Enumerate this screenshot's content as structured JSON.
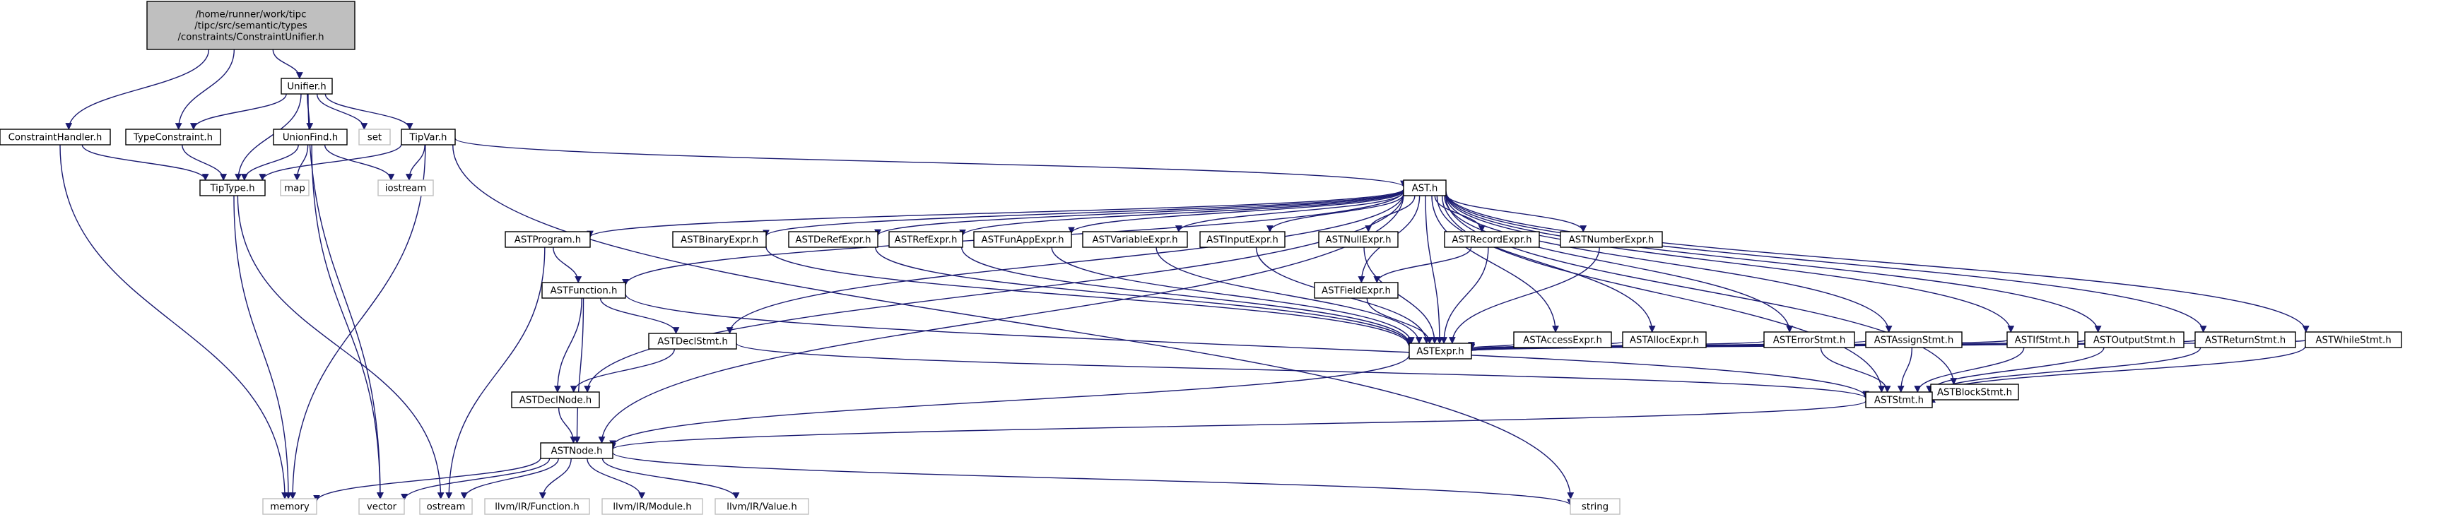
{
  "root": {
    "id": "root",
    "lines": [
      "/home/runner/work/tipc",
      "/tipc/src/semantic/types",
      "/constraints/ConstraintUnifier.h"
    ]
  },
  "nodes": [
    {
      "id": "unifier",
      "label": "Unifier.h"
    },
    {
      "id": "constrainthandler",
      "label": "ConstraintHandler.h"
    },
    {
      "id": "typeconstraint",
      "label": "TypeConstraint.h"
    },
    {
      "id": "unionfind",
      "label": "UnionFind.h"
    },
    {
      "id": "set",
      "label": "set",
      "external": true
    },
    {
      "id": "tipvar",
      "label": "TipVar.h"
    },
    {
      "id": "tiptype",
      "label": "TipType.h"
    },
    {
      "id": "map",
      "label": "map",
      "external": true
    },
    {
      "id": "iostream",
      "label": "iostream",
      "external": true
    },
    {
      "id": "ast",
      "label": "AST.h"
    },
    {
      "id": "astprogram",
      "label": "ASTProgram.h"
    },
    {
      "id": "astbinaryexpr",
      "label": "ASTBinaryExpr.h"
    },
    {
      "id": "astderefexpr",
      "label": "ASTDeRefExpr.h"
    },
    {
      "id": "astrefexpr",
      "label": "ASTRefExpr.h"
    },
    {
      "id": "astfunappexpr",
      "label": "ASTFunAppExpr.h"
    },
    {
      "id": "astvariableexpr",
      "label": "ASTVariableExpr.h"
    },
    {
      "id": "astinputexpr",
      "label": "ASTInputExpr.h"
    },
    {
      "id": "astnullexpr",
      "label": "ASTNullExpr.h"
    },
    {
      "id": "astrecordexpr",
      "label": "ASTRecordExpr.h"
    },
    {
      "id": "astnumberexpr",
      "label": "ASTNumberExpr.h"
    },
    {
      "id": "astfunction",
      "label": "ASTFunction.h"
    },
    {
      "id": "astfieldexpr",
      "label": "ASTFieldExpr.h"
    },
    {
      "id": "astaccessexpr",
      "label": "ASTAccessExpr.h"
    },
    {
      "id": "astallocexpr",
      "label": "ASTAllocExpr.h"
    },
    {
      "id": "asterrorstmt",
      "label": "ASTErrorStmt.h"
    },
    {
      "id": "astassignstmt",
      "label": "ASTAssignStmt.h"
    },
    {
      "id": "astifstmt",
      "label": "ASTIfStmt.h"
    },
    {
      "id": "astoutputstmt",
      "label": "ASTOutputStmt.h"
    },
    {
      "id": "astreturnstmt",
      "label": "ASTReturnStmt.h"
    },
    {
      "id": "astwhilestmt",
      "label": "ASTWhileStmt.h"
    },
    {
      "id": "astdeclstmt",
      "label": "ASTDeclStmt.h"
    },
    {
      "id": "astexpr",
      "label": "ASTExpr.h"
    },
    {
      "id": "astblockstmt",
      "label": "ASTBlockStmt.h"
    },
    {
      "id": "astdeclnode",
      "label": "ASTDeclNode.h"
    },
    {
      "id": "aststmt",
      "label": "ASTStmt.h"
    },
    {
      "id": "astnode",
      "label": "ASTNode.h"
    },
    {
      "id": "memory",
      "label": "memory",
      "external": true
    },
    {
      "id": "vector",
      "label": "vector",
      "external": true
    },
    {
      "id": "ostream",
      "label": "ostream",
      "external": true
    },
    {
      "id": "llvmfunction",
      "label": "llvm/IR/Function.h",
      "external": true
    },
    {
      "id": "llvmmodule",
      "label": "llvm/IR/Module.h",
      "external": true
    },
    {
      "id": "llvmvalue",
      "label": "llvm/IR/Value.h",
      "external": true
    },
    {
      "id": "string",
      "label": "string",
      "external": true
    }
  ],
  "edges": [
    [
      "root",
      "unifier"
    ],
    [
      "root",
      "constrainthandler"
    ],
    [
      "root",
      "typeconstraint"
    ],
    [
      "unifier",
      "typeconstraint"
    ],
    [
      "unifier",
      "unionfind"
    ],
    [
      "unifier",
      "set"
    ],
    [
      "unifier",
      "tipvar"
    ],
    [
      "unifier",
      "tiptype"
    ],
    [
      "unifier",
      "vector"
    ],
    [
      "constrainthandler",
      "tiptype"
    ],
    [
      "constrainthandler",
      "memory"
    ],
    [
      "typeconstraint",
      "tiptype"
    ],
    [
      "unionfind",
      "tiptype"
    ],
    [
      "unionfind",
      "map"
    ],
    [
      "unionfind",
      "iostream"
    ],
    [
      "unionfind",
      "vector"
    ],
    [
      "tipvar",
      "tiptype"
    ],
    [
      "tipvar",
      "iostream"
    ],
    [
      "tipvar",
      "ast"
    ],
    [
      "tipvar",
      "memory"
    ],
    [
      "tipvar",
      "string"
    ],
    [
      "tiptype",
      "memory"
    ],
    [
      "tiptype",
      "ostream"
    ],
    [
      "ast",
      "astprogram"
    ],
    [
      "ast",
      "astbinaryexpr"
    ],
    [
      "ast",
      "astderefexpr"
    ],
    [
      "ast",
      "astrefexpr"
    ],
    [
      "ast",
      "astfunappexpr"
    ],
    [
      "ast",
      "astvariableexpr"
    ],
    [
      "ast",
      "astinputexpr"
    ],
    [
      "ast",
      "astnullexpr"
    ],
    [
      "ast",
      "astrecordexpr"
    ],
    [
      "ast",
      "astnumberexpr"
    ],
    [
      "ast",
      "astfunction"
    ],
    [
      "ast",
      "astfieldexpr"
    ],
    [
      "ast",
      "astaccessexpr"
    ],
    [
      "ast",
      "astallocexpr"
    ],
    [
      "ast",
      "asterrorstmt"
    ],
    [
      "ast",
      "astassignstmt"
    ],
    [
      "ast",
      "astifstmt"
    ],
    [
      "ast",
      "astoutputstmt"
    ],
    [
      "ast",
      "astreturnstmt"
    ],
    [
      "ast",
      "astwhilestmt"
    ],
    [
      "ast",
      "astdeclstmt"
    ],
    [
      "ast",
      "astexpr"
    ],
    [
      "ast",
      "astblockstmt"
    ],
    [
      "ast",
      "astdeclnode"
    ],
    [
      "ast",
      "aststmt"
    ],
    [
      "ast",
      "astnode"
    ],
    [
      "astprogram",
      "astfunction"
    ],
    [
      "astprogram",
      "ostream"
    ],
    [
      "astbinaryexpr",
      "astexpr"
    ],
    [
      "astderefexpr",
      "astexpr"
    ],
    [
      "astrefexpr",
      "astexpr"
    ],
    [
      "astfunappexpr",
      "astexpr"
    ],
    [
      "astvariableexpr",
      "astexpr"
    ],
    [
      "astinputexpr",
      "astexpr"
    ],
    [
      "astnullexpr",
      "astexpr"
    ],
    [
      "astrecordexpr",
      "astfieldexpr"
    ],
    [
      "astrecordexpr",
      "astexpr"
    ],
    [
      "astnumberexpr",
      "astexpr"
    ],
    [
      "astfunction",
      "astdeclstmt"
    ],
    [
      "astfunction",
      "astdeclnode"
    ],
    [
      "astfunction",
      "aststmt"
    ],
    [
      "astfunction",
      "astnode"
    ],
    [
      "astfieldexpr",
      "astexpr"
    ],
    [
      "astaccessexpr",
      "astexpr"
    ],
    [
      "astallocexpr",
      "astexpr"
    ],
    [
      "asterrorstmt",
      "astexpr"
    ],
    [
      "asterrorstmt",
      "aststmt"
    ],
    [
      "astassignstmt",
      "astexpr"
    ],
    [
      "astassignstmt",
      "aststmt"
    ],
    [
      "astifstmt",
      "astexpr"
    ],
    [
      "astifstmt",
      "aststmt"
    ],
    [
      "astoutputstmt",
      "astexpr"
    ],
    [
      "astoutputstmt",
      "aststmt"
    ],
    [
      "astreturnstmt",
      "astexpr"
    ],
    [
      "astreturnstmt",
      "aststmt"
    ],
    [
      "astwhilestmt",
      "astexpr"
    ],
    [
      "astwhilestmt",
      "aststmt"
    ],
    [
      "astdeclstmt",
      "astdeclnode"
    ],
    [
      "astdeclstmt",
      "aststmt"
    ],
    [
      "astexpr",
      "astnode"
    ],
    [
      "astblockstmt",
      "aststmt"
    ],
    [
      "astdeclnode",
      "astnode"
    ],
    [
      "aststmt",
      "astnode"
    ],
    [
      "astnode",
      "memory"
    ],
    [
      "astnode",
      "vector"
    ],
    [
      "astnode",
      "ostream"
    ],
    [
      "astnode",
      "llvmfunction"
    ],
    [
      "astnode",
      "llvmmodule"
    ],
    [
      "astnode",
      "llvmvalue"
    ],
    [
      "astnode",
      "string"
    ]
  ]
}
